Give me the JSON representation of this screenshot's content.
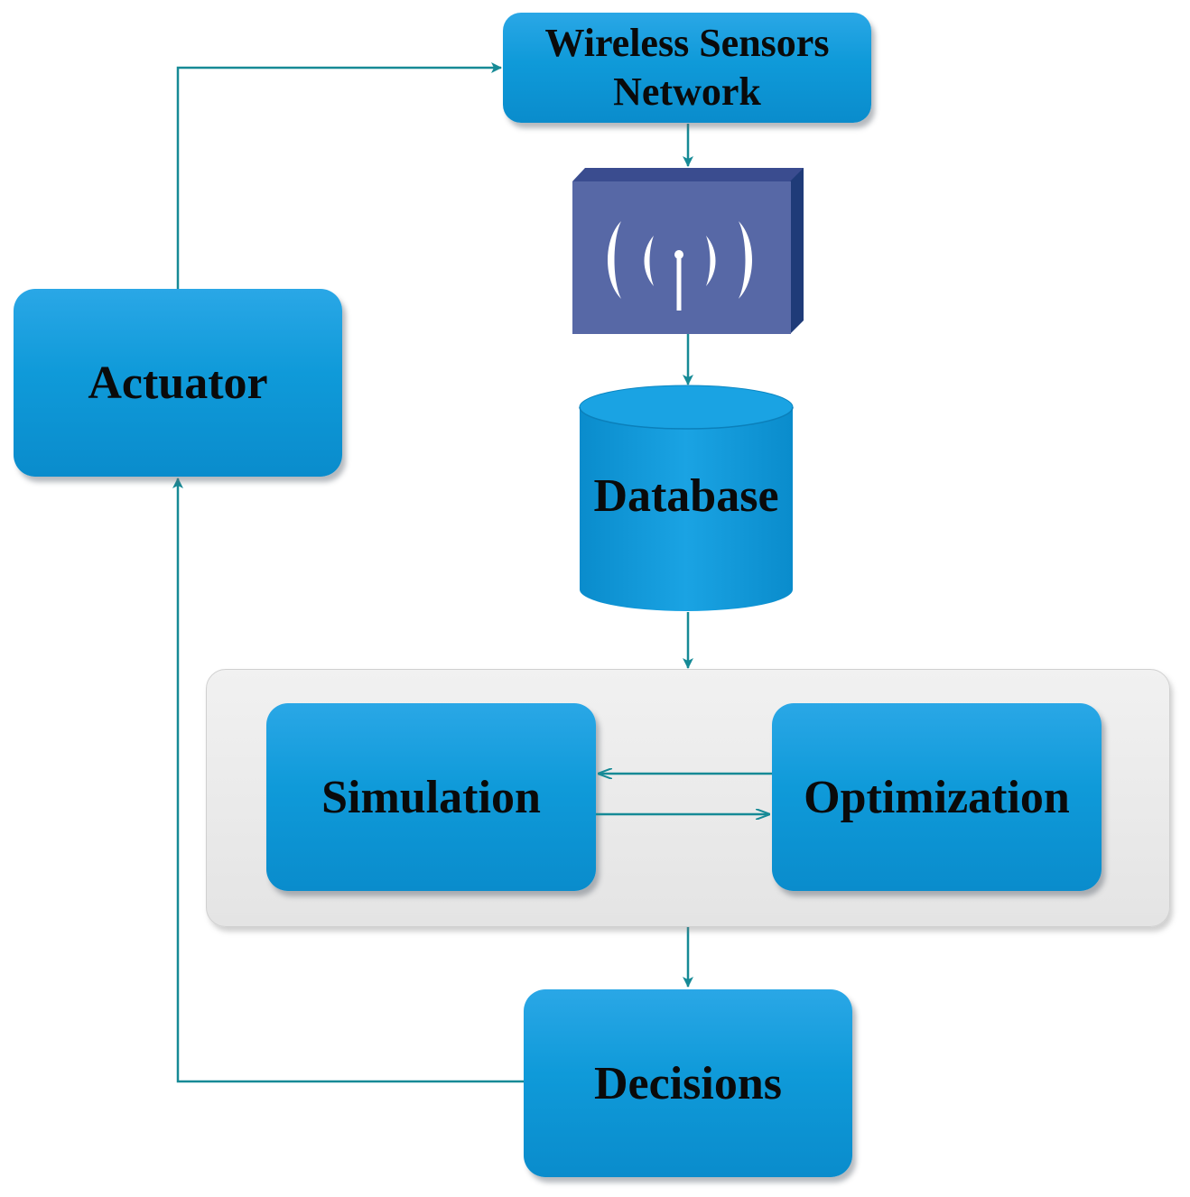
{
  "diagram": {
    "nodes": {
      "wsn": {
        "line1": "Wireless Sensors",
        "line2": "Network"
      },
      "gateway": {
        "icon": "wireless-gateway-icon"
      },
      "database": {
        "label": "Database"
      },
      "simulation": {
        "label": "Simulation"
      },
      "optimization": {
        "label": "Optimization"
      },
      "decisions": {
        "label": "Decisions"
      },
      "actuator": {
        "label": "Actuator"
      }
    },
    "edges": [
      {
        "from": "wsn",
        "to": "gateway"
      },
      {
        "from": "gateway",
        "to": "database"
      },
      {
        "from": "database",
        "to": "simulation-optimization-group"
      },
      {
        "from": "optimization",
        "to": "simulation"
      },
      {
        "from": "simulation",
        "to": "optimization"
      },
      {
        "from": "simulation-optimization-group",
        "to": "decisions"
      },
      {
        "from": "decisions",
        "to": "actuator"
      },
      {
        "from": "actuator",
        "to": "wsn"
      }
    ],
    "colors": {
      "box_fill": "#0f9ad9",
      "arrow": "#168a96",
      "gateway_front": "#5768a6",
      "gateway_side": "#1f3b78",
      "panel": "#e8e8e8"
    }
  }
}
